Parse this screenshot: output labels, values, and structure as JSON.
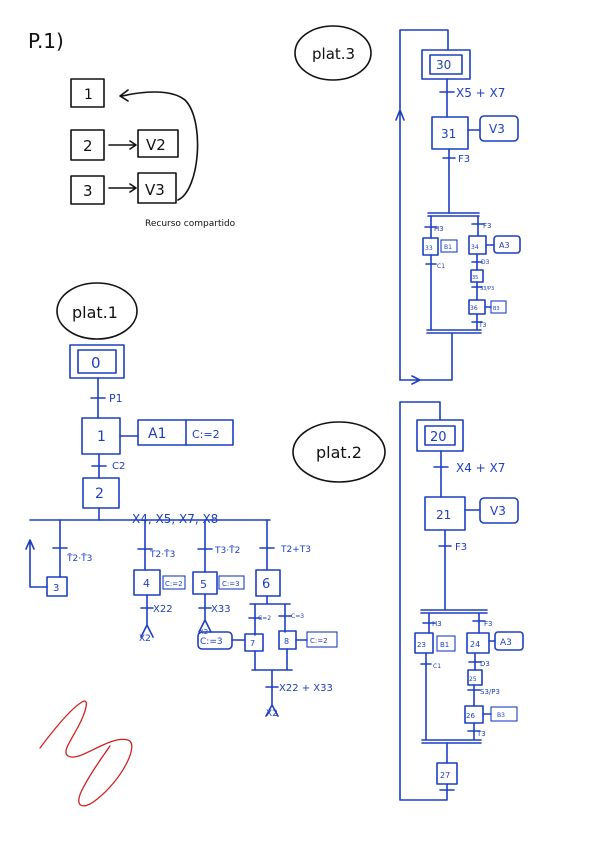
{
  "title": "P.1)",
  "legend": {
    "box1": "1",
    "box2": "2",
    "box3": "3",
    "v2": "V2",
    "v3": "V3",
    "note": "Recurso compartido"
  },
  "plat1": {
    "label": "plat.1",
    "s0": "0",
    "p1": "P1",
    "s1": "1",
    "a1": "A1",
    "c2assign": "C:=2",
    "c2": "C2",
    "s2": "2",
    "branch_cond": "X4, X5, X7, X8",
    "t3cond": "T̄2·T̄3",
    "t4cond": "T2·T̄3",
    "t5cond": "T3·T̄2",
    "t6cond": "T2+T3",
    "s3": "3",
    "s4": "4",
    "s5": "5",
    "s6": "6",
    "c4": "C:=2",
    "c5": "C:=3",
    "x22": "X22",
    "x2a": "X2",
    "x33": "X33",
    "x2b": "X2",
    "c6": "C=2",
    "c7": "C=3",
    "s7": "7",
    "s8": "8",
    "a7": "C:=3",
    "a8": "C:=2",
    "exit": "X22 + X33",
    "x2c": "X2"
  },
  "plat3": {
    "label": "plat.3",
    "s30": "30",
    "t30": "X5 + X7",
    "s31": "31",
    "v3": "V3",
    "f3": "F3",
    "h3": "H3",
    "f3b": "F3",
    "s33": "33",
    "a33": "B1",
    "s34": "34",
    "a34": "A3",
    "c1": "C1",
    "d3": "D3",
    "s35": "35",
    "t35": "S3/P3",
    "s36": "36",
    "a36": "B3",
    "t3": "T3"
  },
  "plat2": {
    "label": "plat.2",
    "s20": "20",
    "t20": "X4 + X7",
    "s21": "21",
    "v3": "V3",
    "f3": "F3",
    "h3": "H3",
    "f3b": "F3",
    "s23": "23",
    "a23": "B1",
    "s24": "24",
    "a24": "A3",
    "c1": "C1",
    "d3": "D3",
    "s25": "25",
    "t25": "S3/P3",
    "s26": "26",
    "a26": "B3",
    "t3": "T3",
    "s27": "27"
  }
}
